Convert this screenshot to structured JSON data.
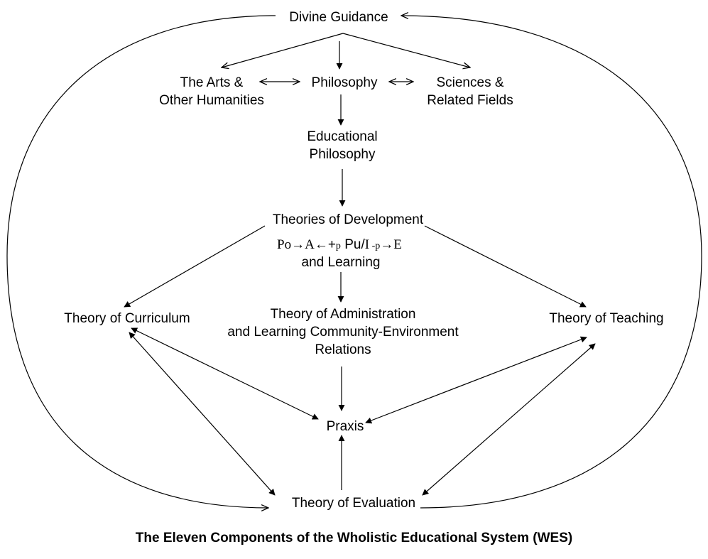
{
  "nodes": {
    "divine_guidance": "Divine Guidance",
    "arts": [
      "The Arts &",
      "Other Humanities"
    ],
    "philosophy": "Philosophy",
    "sciences": [
      "Sciences &",
      "Related Fields"
    ],
    "educational_philosophy": [
      "Educational",
      "Philosophy"
    ],
    "theories_development": "Theories of Development",
    "and_learning": "and Learning",
    "theory_curriculum": "Theory of Curriculum",
    "theory_administration": [
      "Theory of Administration",
      "and Learning Community-Environment",
      "Relations"
    ],
    "theory_teaching": "Theory of Teaching",
    "praxis": "Praxis",
    "theory_evaluation": "Theory of Evaluation"
  },
  "formula": {
    "po": "Po",
    "arrow1": "→",
    "a": "A",
    "arrow2": "←",
    "plus": "+",
    "p1": "p",
    "pu": " Pu/",
    "i": "I",
    "minus": " -",
    "p2": "p",
    "arrow3": "→",
    "e": "E"
  },
  "caption": "The Eleven Components of  the Wholistic Educational System (WES)"
}
